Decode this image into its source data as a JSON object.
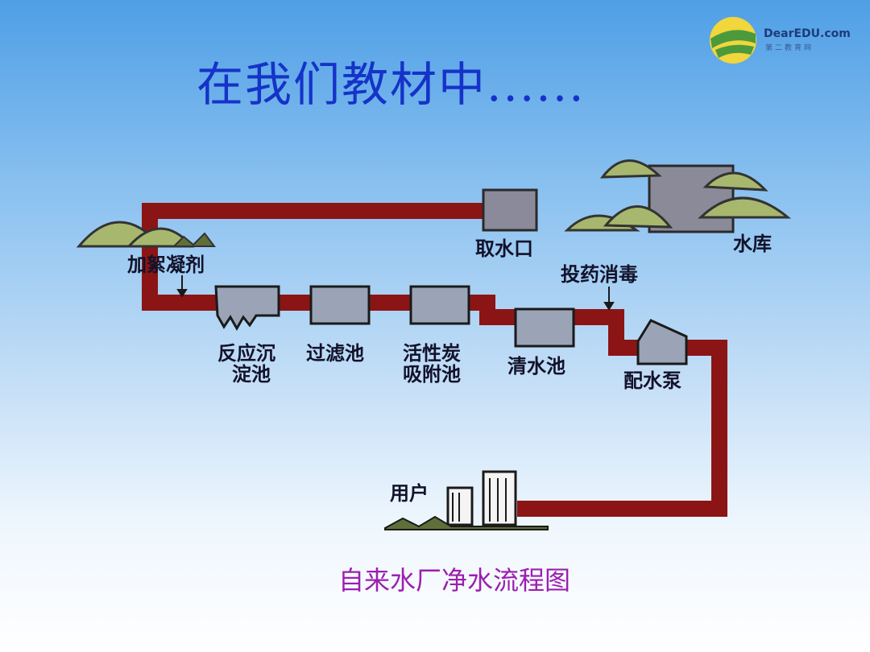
{
  "title": "在我们教材中......",
  "logo": {
    "name": "DearEDU.com",
    "subtitle": "第二教育网"
  },
  "diagram": {
    "labels": {
      "intake": "取水口",
      "reservoir": "水库",
      "coagulant": "加絮凝剂",
      "disinfect": "投药消毒",
      "sedimentation_line1": "反应沉",
      "sedimentation_line2": "淀池",
      "filter": "过滤池",
      "carbon_line1": "活性炭",
      "carbon_line2": "吸附池",
      "clean_water": "清水池",
      "pump": "配水泵",
      "user": "用户"
    },
    "caption": "自来水厂净水流程图"
  },
  "colors": {
    "pipe": "#8b1515",
    "title": "#1533c8",
    "caption": "#9b1fb0",
    "tree": "#a7b86e"
  }
}
